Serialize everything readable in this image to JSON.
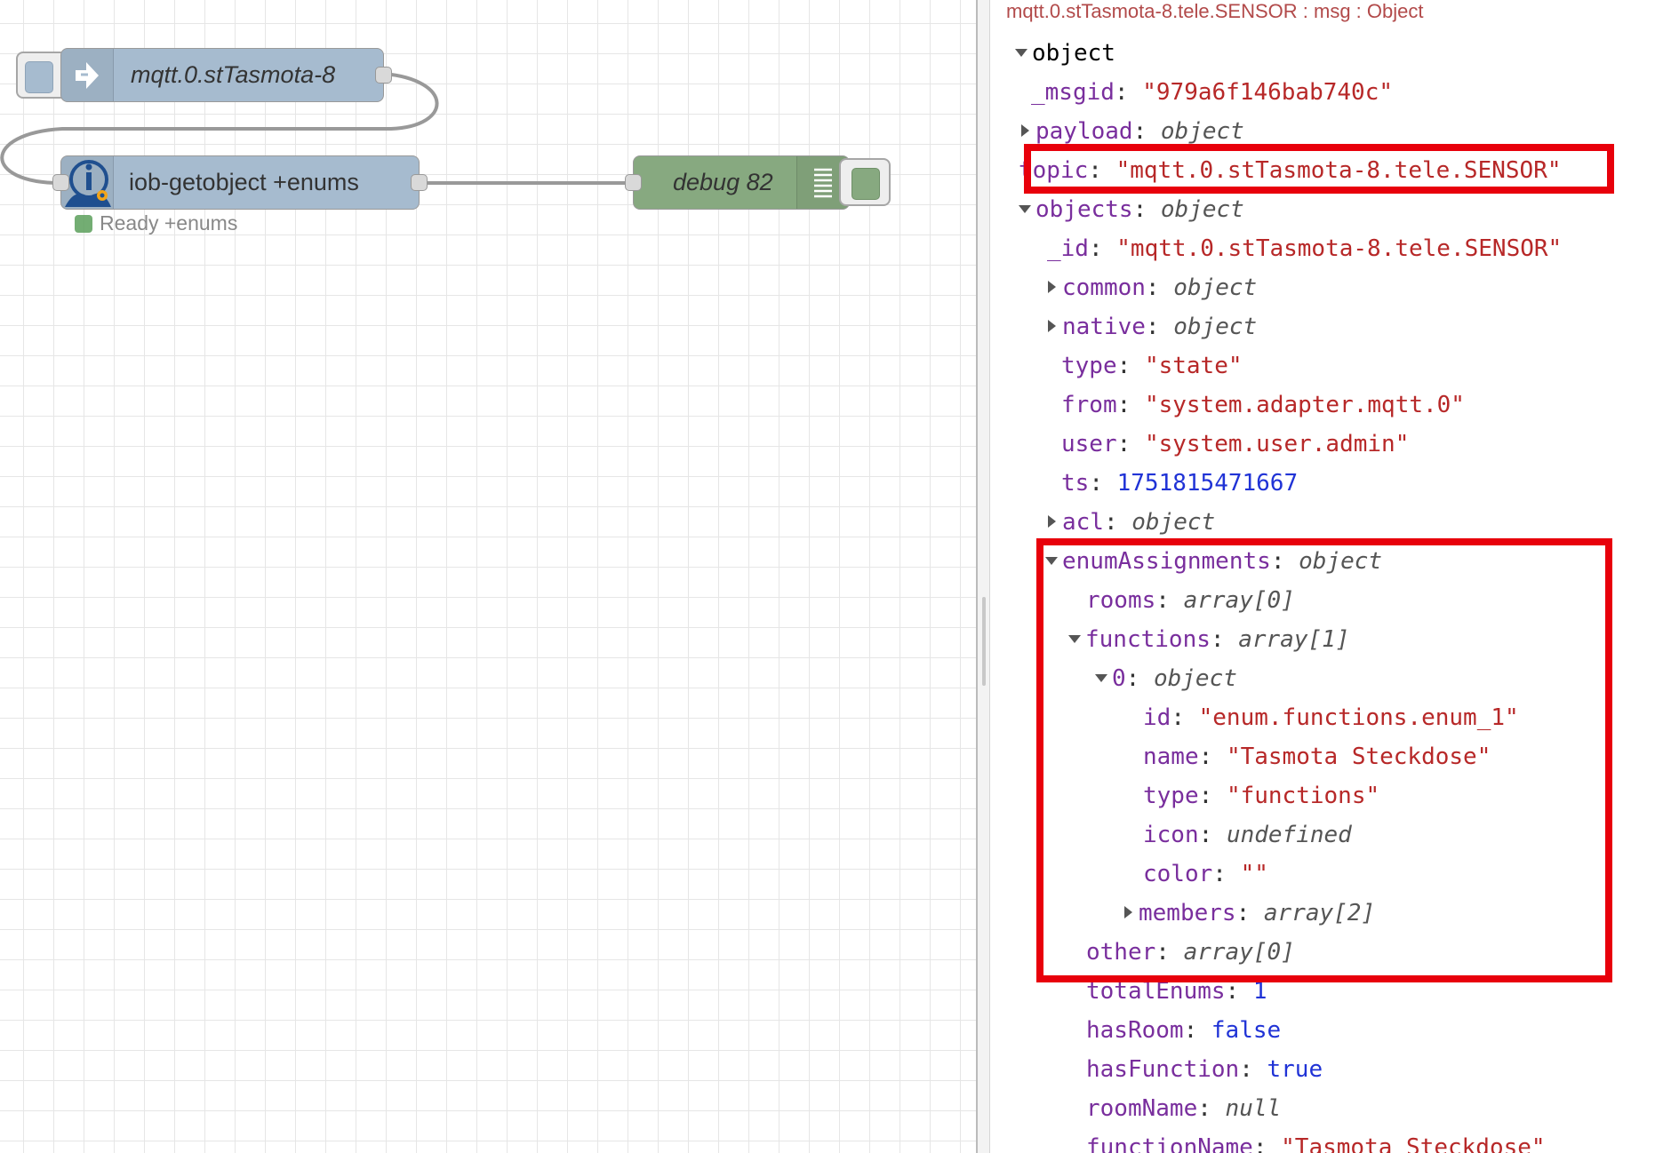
{
  "colors": {
    "mqtt_node": "#a6bbcf",
    "getobject_node": "#a6bbcf",
    "debug_node": "#87a980",
    "status_ok": "#5a9f5a",
    "highlight": "#e8000b"
  },
  "flow": {
    "mqtt_node": {
      "label": "mqtt.0.stTasmota-8",
      "icon": "arrow-in-icon"
    },
    "getobject_node": {
      "label": "iob-getobject +enums",
      "icon": "iobroker-icon",
      "status": "Ready +enums"
    },
    "debug_node": {
      "label": "debug 82",
      "icon": "list-icon"
    }
  },
  "debug": {
    "header": "mqtt.0.stTasmota-8.tele.SENSOR : msg : Object",
    "rows": [
      {
        "toggle": "down",
        "key": "",
        "type": "object",
        "val": "object"
      },
      {
        "toggle": "",
        "key": "_msgid",
        "type": "str",
        "val": "\"979a6f146bab740c\""
      },
      {
        "toggle": "right",
        "key": "payload",
        "type": "meta",
        "val": "object"
      },
      {
        "toggle": "",
        "key": "topic",
        "type": "str",
        "val": "\"mqtt.0.stTasmota-8.tele.SENSOR\""
      },
      {
        "toggle": "down",
        "key": "objects",
        "type": "meta",
        "val": "object"
      },
      {
        "toggle": "",
        "key": "_id",
        "type": "str",
        "val": "\"mqtt.0.stTasmota-8.tele.SENSOR\""
      },
      {
        "toggle": "right",
        "key": "common",
        "type": "meta",
        "val": "object"
      },
      {
        "toggle": "right",
        "key": "native",
        "type": "meta",
        "val": "object"
      },
      {
        "toggle": "",
        "key": "type",
        "type": "str",
        "val": "\"state\""
      },
      {
        "toggle": "",
        "key": "from",
        "type": "str",
        "val": "\"system.adapter.mqtt.0\""
      },
      {
        "toggle": "",
        "key": "user",
        "type": "str",
        "val": "\"system.user.admin\""
      },
      {
        "toggle": "",
        "key": "ts",
        "type": "num",
        "val": "1751815471667"
      },
      {
        "toggle": "right",
        "key": "acl",
        "type": "meta",
        "val": "object"
      },
      {
        "toggle": "down",
        "key": "enumAssignments",
        "type": "meta",
        "val": "object"
      },
      {
        "toggle": "",
        "key": "rooms",
        "type": "meta",
        "val": "array[0]"
      },
      {
        "toggle": "down",
        "key": "functions",
        "type": "meta",
        "val": "array[1]"
      },
      {
        "toggle": "down",
        "key": "0",
        "type": "meta",
        "val": "object"
      },
      {
        "toggle": "",
        "key": "id",
        "type": "str",
        "val": "\"enum.functions.enum_1\""
      },
      {
        "toggle": "",
        "key": "name",
        "type": "str",
        "val": "\"Tasmota Steckdose\""
      },
      {
        "toggle": "",
        "key": "type",
        "type": "str",
        "val": "\"functions\""
      },
      {
        "toggle": "",
        "key": "icon",
        "type": "meta",
        "val": "undefined"
      },
      {
        "toggle": "",
        "key": "color",
        "type": "str",
        "val": "\"\""
      },
      {
        "toggle": "right",
        "key": "members",
        "type": "meta",
        "val": "array[2]"
      },
      {
        "toggle": "",
        "key": "other",
        "type": "meta",
        "val": "array[0]"
      },
      {
        "toggle": "",
        "key": "totalEnums",
        "type": "num",
        "val": "1"
      },
      {
        "toggle": "",
        "key": "hasRoom",
        "type": "bool",
        "val": "false"
      },
      {
        "toggle": "",
        "key": "hasFunction",
        "type": "bool",
        "val": "true"
      },
      {
        "toggle": "",
        "key": "roomName",
        "type": "meta",
        "val": "null"
      },
      {
        "toggle": "",
        "key": "functionName",
        "type": "str",
        "val": "\"Tasmota Steckdose\""
      }
    ]
  }
}
